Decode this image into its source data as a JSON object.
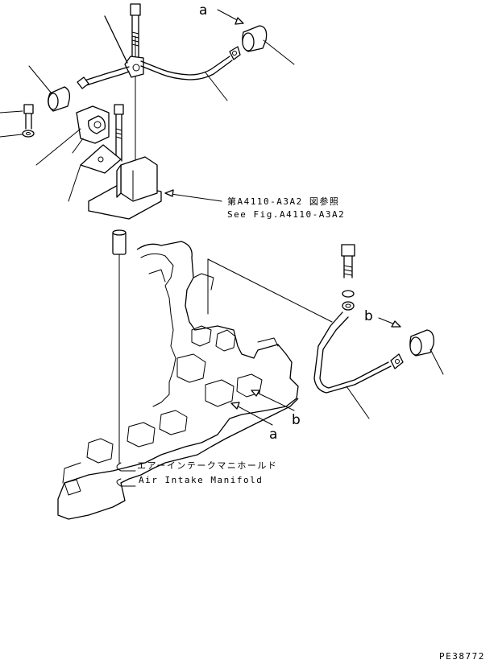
{
  "callouts": {
    "ref_jp": "第A4110-A3A2 図参照",
    "ref_en": "See Fig.A4110-A3A2",
    "manifold_jp": "エアーインテークマニホールド",
    "manifold_en": "Air Intake Manifold"
  },
  "markers": {
    "a_top": "a",
    "b_right": "b",
    "b_engine": "b",
    "a_engine": "a"
  },
  "figure_code": "PE38772"
}
